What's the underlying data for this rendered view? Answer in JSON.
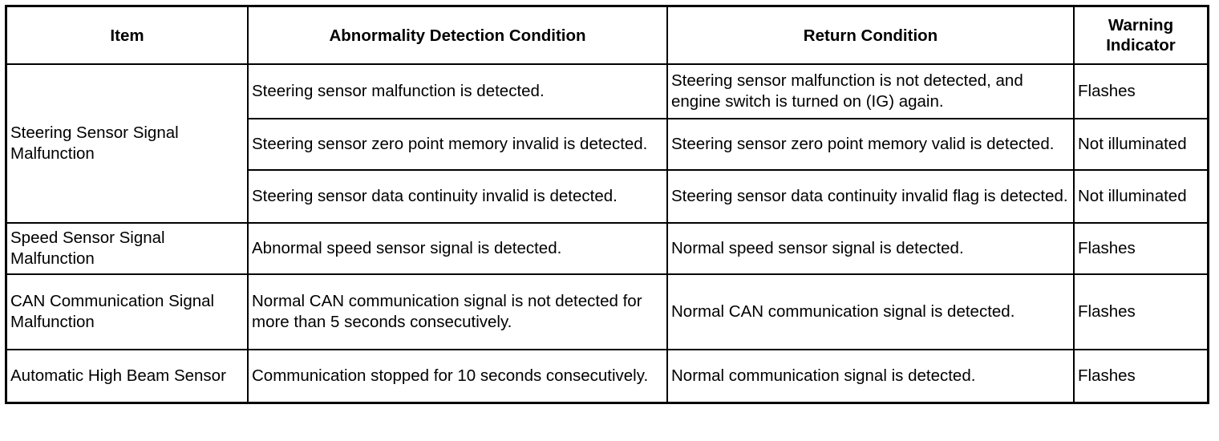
{
  "table": {
    "headers": {
      "item": "Item",
      "abnormality": "Abnormality Detection Condition",
      "return": "Return Condition",
      "warning": "Warning Indicator"
    },
    "groups": [
      {
        "item": "Steering Sensor Signal Malfunction",
        "rows": [
          {
            "abnormality": "Steering sensor malfunction is detected.",
            "return": "Steering sensor malfunction is not detected, and engine switch is turned on (IG) again.",
            "warning": "Flashes"
          },
          {
            "abnormality": "Steering sensor zero point memory invalid is detected.",
            "return": "Steering sensor zero point memory valid is detected.",
            "warning": "Not illuminated"
          },
          {
            "abnormality": "Steering sensor data continuity invalid is detected.",
            "return": "Steering sensor data continuity invalid flag is detected.",
            "warning": "Not illuminated"
          }
        ]
      },
      {
        "item": "Speed Sensor Signal Malfunction",
        "rows": [
          {
            "abnormality": "Abnormal speed sensor signal is detected.",
            "return": "Normal speed sensor signal is detected.",
            "warning": "Flashes"
          }
        ]
      },
      {
        "item": "CAN Communication Signal Malfunction",
        "rows": [
          {
            "abnormality": "Normal CAN communication signal is not detected for more than 5 seconds consecutively.",
            "return": "Normal CAN communication signal is detected.",
            "warning": "Flashes"
          }
        ]
      },
      {
        "item": "Automatic High Beam Sensor",
        "rows": [
          {
            "abnormality": "Communication stopped for 10 seconds consecutively.",
            "return": "Normal communication signal is detected.",
            "warning": "Flashes"
          }
        ]
      }
    ]
  }
}
